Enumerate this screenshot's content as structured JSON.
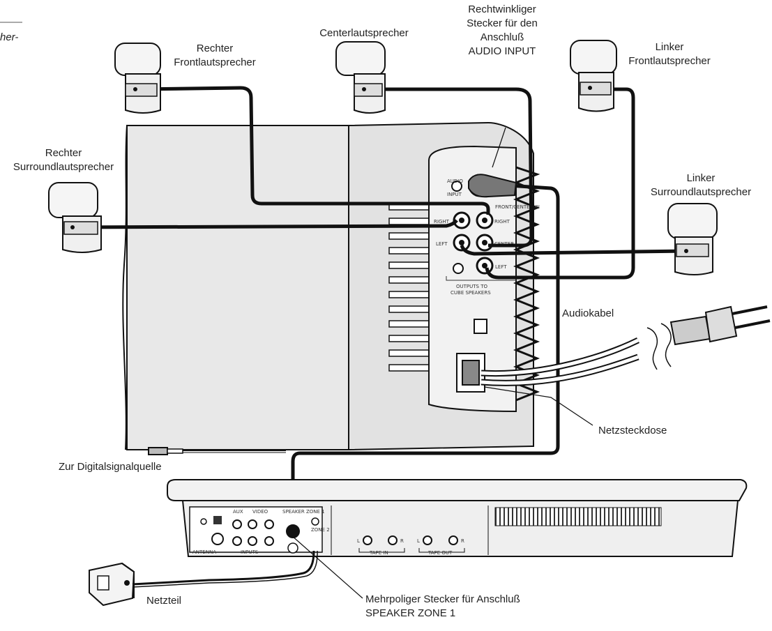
{
  "labels": {
    "corner": "her-",
    "right_front": [
      "Rechter",
      "Frontlautsprecher"
    ],
    "center": "Centerlautsprecher",
    "connector": [
      "Rechtwinkliger",
      "Stecker für den",
      "Anschluß",
      "AUDIO INPUT"
    ],
    "left_front": [
      "Linker",
      "Frontlautsprecher"
    ],
    "right_surround": [
      "Rechter",
      "Surroundlautsprecher"
    ],
    "left_surround": [
      "Linker",
      "Surroundlautsprecher"
    ],
    "audio_cable": "Audiokabel",
    "power_socket": "Netzsteckdose",
    "digital_source": "Zur Digitalsignalquelle",
    "power_supply": "Netzteil",
    "multipin": [
      "Mehrpoliger Stecker für Anschluß",
      "SPEAKER ZONE 1"
    ]
  },
  "panel": {
    "audio_input": [
      "AUDIO",
      "INPUT"
    ],
    "front_center_in": "FRONT/CENTER IN",
    "right": "RIGHT",
    "left": "LEFT",
    "center": "CENTER",
    "outputs": [
      "OUTPUTS TO",
      "CUBE SPEAKERS"
    ]
  },
  "console": {
    "aux": "AUX",
    "video": "VIDEO",
    "inputs": "INPUTS",
    "antenna": "ANTENNA",
    "speaker_zone": "SPEAKER ZONE 1",
    "zone2": "ZONE 2",
    "tape_in": "TAPE IN",
    "tape_out": "TAPE OUT",
    "l": "L",
    "r": "R"
  },
  "colors": {
    "ink": "#111111",
    "panel": "#e6e6e6",
    "console": "#eeeeee",
    "cable": "#111111"
  }
}
